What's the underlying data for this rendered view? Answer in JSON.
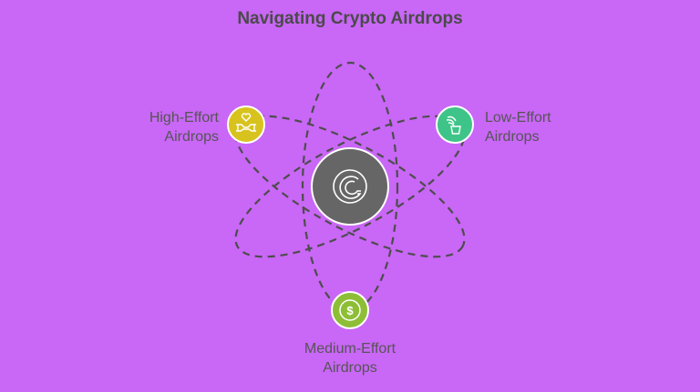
{
  "title": "Navigating Crypto Airdrops",
  "center": {
    "icon": "crypto-coin-icon",
    "color": "#666666"
  },
  "nodes": [
    {
      "id": "high",
      "label_line1": "High-Effort",
      "label_line2": "Airdrops",
      "icon": "hands-heart-icon",
      "color": "#D8C31E"
    },
    {
      "id": "low",
      "label_line1": "Low-Effort",
      "label_line2": "Airdrops",
      "icon": "seedling-pot-icon",
      "color": "#3EC488"
    },
    {
      "id": "medium",
      "label_line1": "Medium-Effort",
      "label_line2": "Airdrops",
      "icon": "dollar-coin-icon",
      "color": "#8DBE36"
    }
  ],
  "colors": {
    "background": "#C967F6",
    "orbit": "#4d4d4d",
    "text": "#555555"
  }
}
